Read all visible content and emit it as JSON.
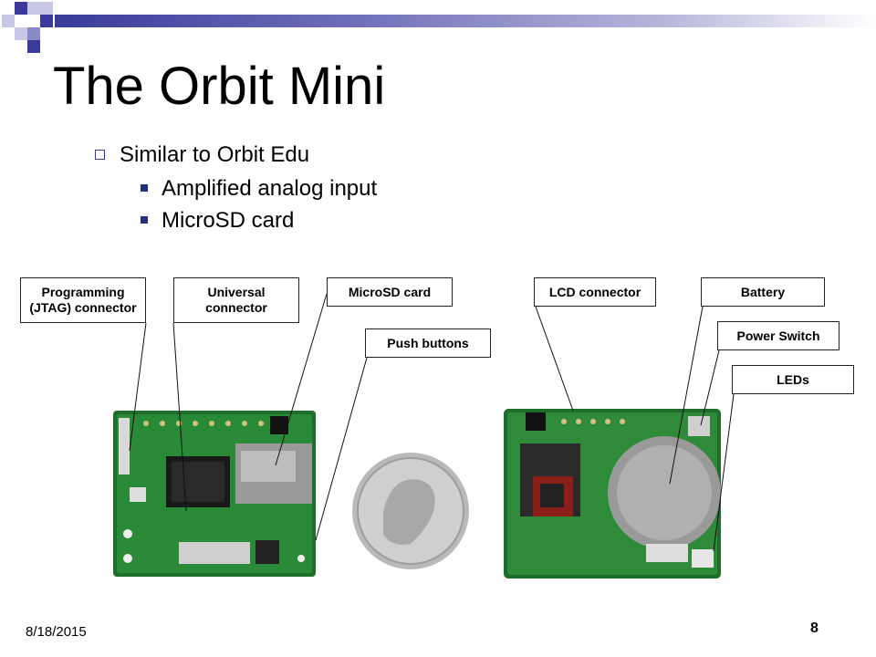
{
  "slide": {
    "title": "The Orbit Mini",
    "bullets": {
      "level1": "Similar to Orbit Edu",
      "level2": [
        "Amplified analog input",
        "MicroSD card"
      ]
    },
    "callouts": {
      "jtag_line1": "Programming",
      "jtag_line2": "(JTAG) connector",
      "universal_line1": "Universal",
      "universal_line2": "connector",
      "microsd": "MicroSD card",
      "push_buttons": "Push buttons",
      "lcd": "LCD connector",
      "battery": "Battery",
      "power_switch": "Power Switch",
      "leds": "LEDs"
    },
    "footer": {
      "date": "8/18/2015",
      "page_number": "8"
    }
  },
  "colors": {
    "accent": "#3a3a9a",
    "pcb_green": "#1f6e2c",
    "bullet": "#1f2f7a"
  }
}
